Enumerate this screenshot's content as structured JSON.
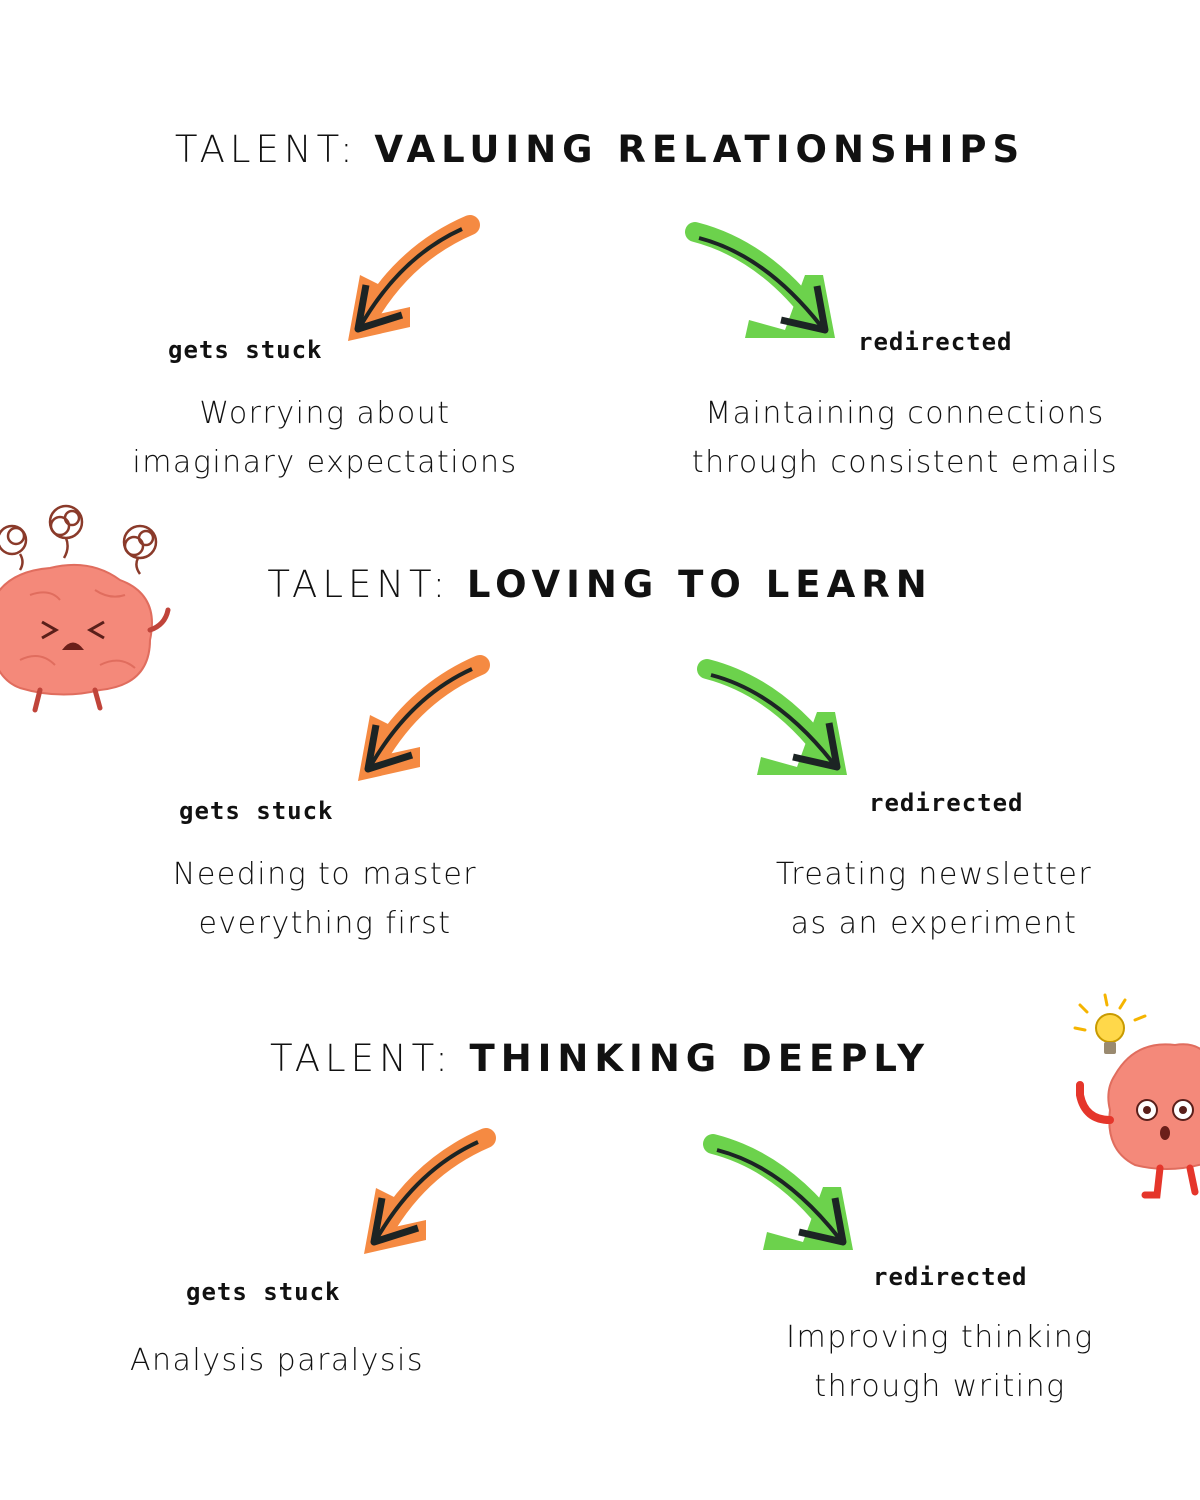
{
  "colors": {
    "stuck": "#f58a42",
    "redirected": "#6cd24c",
    "ink": "#1c2424",
    "brain": "#f08e80"
  },
  "sections": [
    {
      "prefix": "TALENT: ",
      "talent": "VALUING RELATIONSHIPS",
      "stuck_label": "gets stuck",
      "stuck_text_1": "Worrying about",
      "stuck_text_2": "imaginary expectations",
      "redirect_label": "redirected",
      "redirect_text_1": "Maintaining connections",
      "redirect_text_2": "through consistent emails"
    },
    {
      "prefix": "TALENT: ",
      "talent": "LOVING TO LEARN",
      "stuck_label": "gets stuck",
      "stuck_text_1": "Needing to master",
      "stuck_text_2": "everything first",
      "redirect_label": "redirected",
      "redirect_text_1": "Treating newsletter",
      "redirect_text_2": "as an experiment"
    },
    {
      "prefix": "TALENT: ",
      "talent": "THINKING DEEPLY",
      "stuck_label": "gets stuck",
      "stuck_text_1": "Analysis paralysis",
      "stuck_text_2": "",
      "redirect_label": "redirected",
      "redirect_text_1": "Improving thinking",
      "redirect_text_2": "through writing"
    }
  ]
}
